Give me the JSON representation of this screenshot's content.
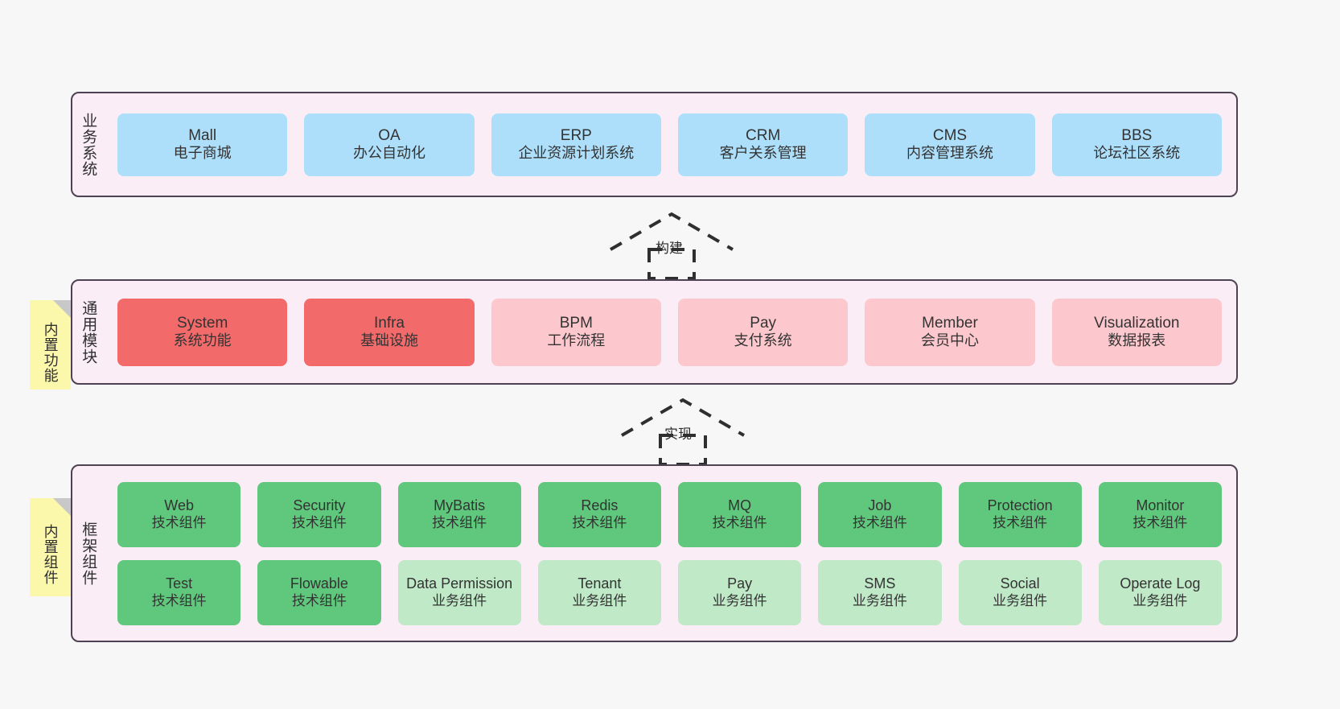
{
  "diagram": {
    "background_color": "#f7f7f7",
    "panel_color": "#faedf6",
    "panel_border_color": "#4d4352",
    "note_color": "#fbf7ab",
    "colors": {
      "blue": "#addffb",
      "red": "#f26a6a",
      "pink": "#fdc8cd",
      "green": "#5fc87c",
      "light_green": "#bfe9c7"
    }
  },
  "layers": [
    {
      "id": "business",
      "title": "业务系统",
      "rows": [
        {
          "cards": [
            {
              "name": "Mall",
              "sub": "电子商城",
              "color": "blue"
            },
            {
              "name": "OA",
              "sub": "办公自动化",
              "color": "blue"
            },
            {
              "name": "ERP",
              "sub": "企业资源计划系统",
              "color": "blue"
            },
            {
              "name": "CRM",
              "sub": "客户关系管理",
              "color": "blue"
            },
            {
              "name": "CMS",
              "sub": "内容管理系统",
              "color": "blue"
            },
            {
              "name": "BBS",
              "sub": "论坛社区系统",
              "color": "blue"
            }
          ]
        }
      ]
    },
    {
      "id": "common",
      "title": "通用模块",
      "note": "内置功能",
      "rows": [
        {
          "cards": [
            {
              "name": "System",
              "sub": "系统功能",
              "color": "red"
            },
            {
              "name": "Infra",
              "sub": "基础设施",
              "color": "red"
            },
            {
              "name": "BPM",
              "sub": "工作流程",
              "color": "pink"
            },
            {
              "name": "Pay",
              "sub": "支付系统",
              "color": "pink"
            },
            {
              "name": "Member",
              "sub": "会员中心",
              "color": "pink"
            },
            {
              "name": "Visualization",
              "sub": "数据报表",
              "color": "pink"
            }
          ]
        }
      ]
    },
    {
      "id": "framework",
      "title": "框架组件",
      "note": "内置组件",
      "rows": [
        {
          "cards": [
            {
              "name": "Web",
              "sub": "技术组件",
              "color": "green"
            },
            {
              "name": "Security",
              "sub": "技术组件",
              "color": "green"
            },
            {
              "name": "MyBatis",
              "sub": "技术组件",
              "color": "green"
            },
            {
              "name": "Redis",
              "sub": "技术组件",
              "color": "green"
            },
            {
              "name": "MQ",
              "sub": "技术组件",
              "color": "green"
            },
            {
              "name": "Job",
              "sub": "技术组件",
              "color": "green"
            },
            {
              "name": "Protection",
              "sub": "技术组件",
              "color": "green"
            },
            {
              "name": "Monitor",
              "sub": "技术组件",
              "color": "green"
            }
          ]
        },
        {
          "cards": [
            {
              "name": "Test",
              "sub": "技术组件",
              "color": "green"
            },
            {
              "name": "Flowable",
              "sub": "技术组件",
              "color": "green"
            },
            {
              "name": "Data Permission",
              "sub": "业务组件",
              "color": "light_green"
            },
            {
              "name": "Tenant",
              "sub": "业务组件",
              "color": "light_green"
            },
            {
              "name": "Pay",
              "sub": "业务组件",
              "color": "light_green"
            },
            {
              "name": "SMS",
              "sub": "业务组件",
              "color": "light_green"
            },
            {
              "name": "Social",
              "sub": "业务组件",
              "color": "light_green"
            },
            {
              "name": "Operate Log",
              "sub": "业务组件",
              "color": "light_green"
            }
          ]
        }
      ]
    }
  ],
  "connectors": [
    {
      "id": "build",
      "label": "构建",
      "style": "dashed-hollow-triangle-up"
    },
    {
      "id": "implement",
      "label": "实现",
      "style": "dashed-hollow-triangle-up"
    }
  ]
}
